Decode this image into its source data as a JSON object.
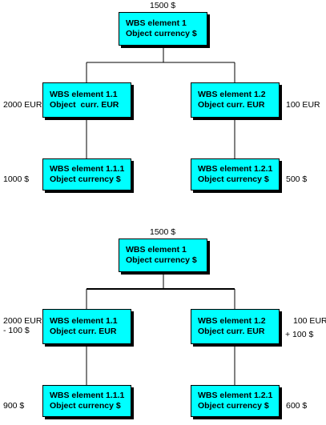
{
  "diagram1": {
    "root": {
      "title": "WBS element 1",
      "subtitle": "Object currency $",
      "amount": "1500 $"
    },
    "left": {
      "title": "WBS element 1.1",
      "subtitle": "Object  curr. EUR",
      "amount": "2000 EUR"
    },
    "right": {
      "title": "WBS element 1.2",
      "subtitle": "Object curr. EUR",
      "amount": "100 EUR"
    },
    "left_child": {
      "title": "WBS element 1.1.1",
      "subtitle": "Object currency $",
      "amount": "1000 $"
    },
    "right_child": {
      "title": "WBS element 1.2.1",
      "subtitle": "Object currency $",
      "amount": "500 $"
    }
  },
  "diagram2": {
    "root": {
      "title": "WBS element 1",
      "subtitle": "Object currency $",
      "amount": "1500 $"
    },
    "left": {
      "title": "WBS element 1.1",
      "subtitle": "Object curr. EUR",
      "amount": "2000 EUR",
      "adjustment": "- 100 $"
    },
    "right": {
      "title": "WBS element 1.2",
      "subtitle": "Object curr. EUR",
      "amount": "100 EUR",
      "adjustment": "+ 100 $"
    },
    "left_child": {
      "title": "WBS element 1.1.1",
      "subtitle": "Object currency $",
      "amount": "900 $"
    },
    "right_child": {
      "title": "WBS element 1.2.1",
      "subtitle": "Object currency $",
      "amount": "600 $"
    }
  },
  "colors": {
    "node_fill": "#00ffff",
    "border": "#000000",
    "connector": "#000000"
  }
}
